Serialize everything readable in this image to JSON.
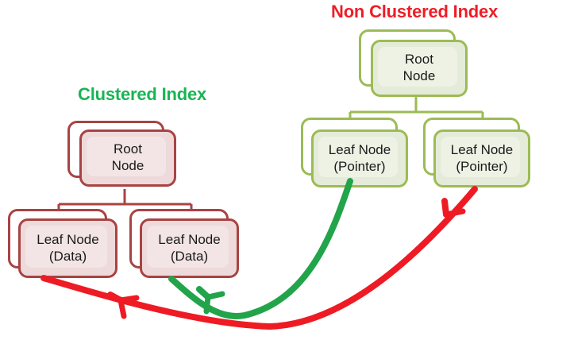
{
  "diagram": {
    "title_left": "Clustered Index",
    "title_right": "Non Clustered Index",
    "colors": {
      "clustered_title": "#19b554",
      "nonclustered_title": "#ef1d26",
      "red_node_border": "#a84343",
      "red_node_fill": "#eedada",
      "green_node_border": "#9cbb55",
      "green_node_fill": "#e4ebd8",
      "green_arrow": "#22a44b",
      "red_arrow": "#ee1b24",
      "background": "#ffffff"
    }
  },
  "clustered": {
    "root": {
      "line1": "Root",
      "line2": "Node"
    },
    "leaf_left": {
      "line1": "Leaf Node",
      "line2": "(Data)"
    },
    "leaf_right": {
      "line1": "Leaf Node",
      "line2": "(Data)"
    }
  },
  "non_clustered": {
    "root": {
      "line1": "Root",
      "line2": "Node"
    },
    "leaf_left": {
      "line1": "Leaf Node",
      "line2": "(Pointer)"
    },
    "leaf_right": {
      "line1": "Leaf Node",
      "line2": "(Pointer)"
    }
  },
  "arrows": [
    {
      "name": "green-pointer-arrow",
      "color": "#22a44b",
      "from": "non-clustered-leaf-left",
      "to": "clustered-leaf-right"
    },
    {
      "name": "red-pointer-arrow",
      "color": "#ee1b24",
      "from": "non-clustered-leaf-right",
      "to": "clustered-leaf-left"
    }
  ]
}
